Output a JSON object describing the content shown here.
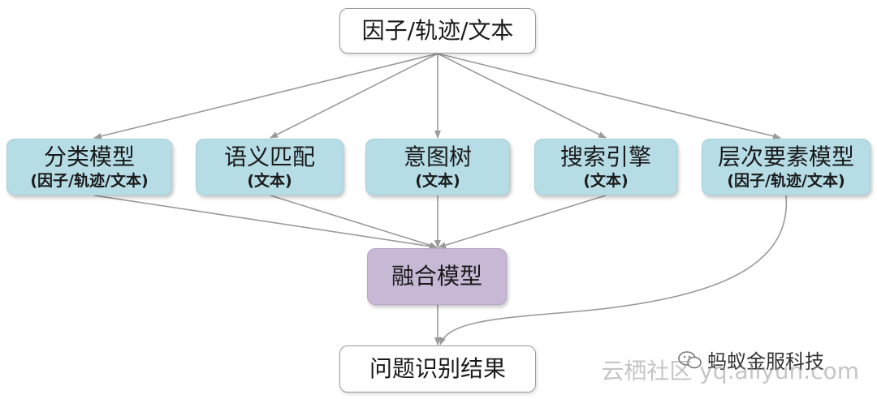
{
  "nodes": {
    "top": {
      "label": "因子/轨迹/文本"
    },
    "classification": {
      "label": "分类模型",
      "sub": "(因子/轨迹/文本)"
    },
    "semantic": {
      "label": "语义匹配",
      "sub": "(文本)"
    },
    "intent_tree": {
      "label": "意图树",
      "sub": "(文本)"
    },
    "search": {
      "label": "搜索引擎",
      "sub": "(文本)"
    },
    "layered": {
      "label": "层次要素模型",
      "sub": "(因子/轨迹/文本)"
    },
    "fusion": {
      "label": "融合模型"
    },
    "result": {
      "label": "问题识别结果"
    }
  },
  "edges": [
    [
      "top",
      "classification"
    ],
    [
      "top",
      "semantic"
    ],
    [
      "top",
      "intent_tree"
    ],
    [
      "top",
      "search"
    ],
    [
      "top",
      "layered"
    ],
    [
      "classification",
      "fusion"
    ],
    [
      "semantic",
      "fusion"
    ],
    [
      "intent_tree",
      "fusion"
    ],
    [
      "search",
      "fusion"
    ],
    [
      "fusion",
      "result"
    ],
    [
      "layered",
      "result"
    ]
  ],
  "watermark": {
    "account": "蚂蚁金服科技",
    "site": "云栖社区 yq.aliyun.com"
  },
  "colors": {
    "model_fill": "#b6dde6",
    "fusion_fill": "#c7b9d6",
    "arrow": "#9a9a9a"
  }
}
